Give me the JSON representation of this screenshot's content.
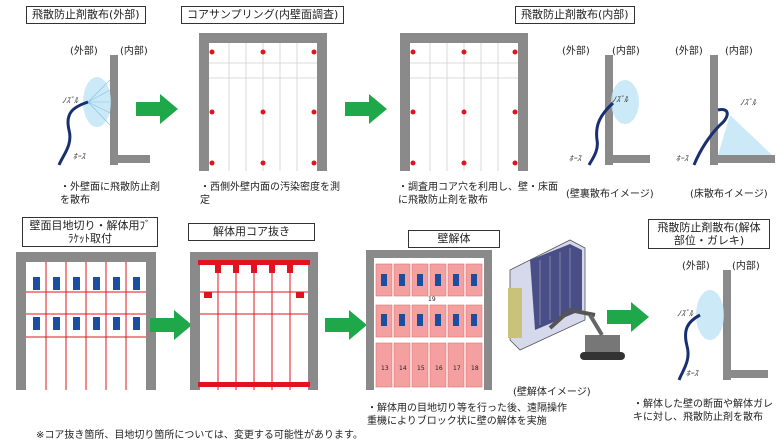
{
  "top": {
    "step1_title": "飛散防止剤散布(外部)",
    "step2_title": "コアサンプリング(内壁面調査)",
    "step3_title": "飛散防止剤散布(内部)",
    "outer": "(外部)",
    "inner": "(内部)",
    "nozzle": "ﾉｽﾞﾙ",
    "hose": "ﾎｰｽ",
    "note1": "・外壁面に飛散防止剤を散布",
    "note2": "・西側外壁内面の汚染密度を測定",
    "note3": "・調査用コア穴を利用し、壁・床面に飛散防止剤を散布",
    "caption_wall": "(壁裏散布イメージ)",
    "caption_floor": "(床散布イメージ)"
  },
  "bottom": {
    "step4_title": "壁面目地切り・解体用ﾌﾞﾗｹｯﾄ取付",
    "step5_title": "解体用コア抜き",
    "step6_title": "壁解体",
    "step7_title": "飛散防止剤散布(解体部位・ガレキ)",
    "outer": "(外部)",
    "inner": "(内部)",
    "nozzle": "ﾉｽﾞﾙ",
    "hose": "ﾎｰｽ",
    "block_numbers": [
      "13",
      "14",
      "15",
      "16",
      "17",
      "18"
    ],
    "block_top": "19",
    "caption_demolish": "(壁解体イメージ)",
    "note6": "・解体用の目地切り等を行った後、遠隔操作重機によりブロック状に壁の解体を実施",
    "note7": "・解体した壁の断面や解体ガレキに対し、飛散防止剤を散布",
    "footnote": "※コア抜き箇所、目地切り箇所については、変更する可能性があります。"
  },
  "colors": {
    "arrow_green": "#1fa84a",
    "wall_gray": "#8a8a8a",
    "core_red": "#e0141e",
    "block_pink": "#f5a0a0",
    "bracket_blue": "#1a4fa0"
  }
}
